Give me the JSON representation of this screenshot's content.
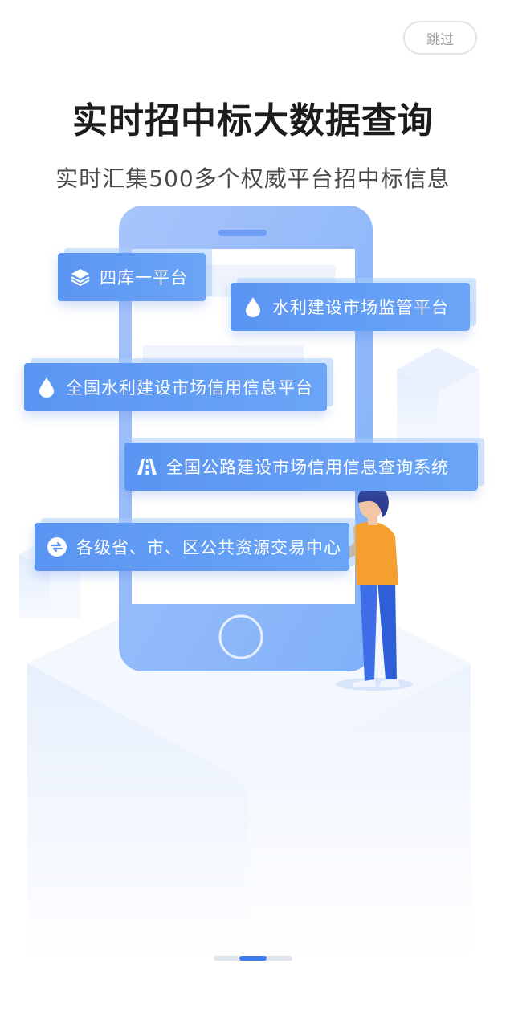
{
  "skip_label": "跳过",
  "title": "实时招中标大数据查询",
  "subtitle": "实时汇集500多个权威平台招中标信息",
  "tags": [
    {
      "label": "四库一平台",
      "icon": "layers-icon"
    },
    {
      "label": "水利建设市场监管平台",
      "icon": "water-drop-icon"
    },
    {
      "label": "全国水利建设市场信用信息平台",
      "icon": "water-drop-icon"
    },
    {
      "label": "全国公路建设市场信用信息查询系统",
      "icon": "road-icon"
    },
    {
      "label": "各级省、市、区公共资源交易中心",
      "icon": "exchange-icon"
    }
  ],
  "pager": {
    "total": 3,
    "active": 2
  },
  "colors": {
    "accent": "#3b7ded",
    "tag_blue": "#5b95f3",
    "phone_blue": "#8db6f9"
  }
}
